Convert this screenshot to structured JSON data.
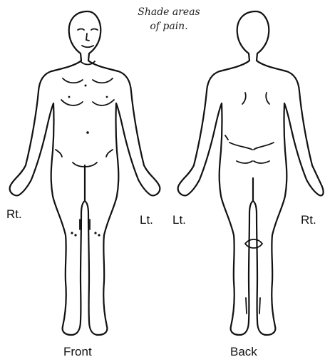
{
  "instruction": {
    "line1": "Shade areas",
    "line2": "of pain."
  },
  "labels": {
    "front_right": "Rt.",
    "front_left": "Lt.",
    "back_left": "Lt.",
    "back_right": "Rt.",
    "front_caption": "Front",
    "back_caption": "Back"
  }
}
